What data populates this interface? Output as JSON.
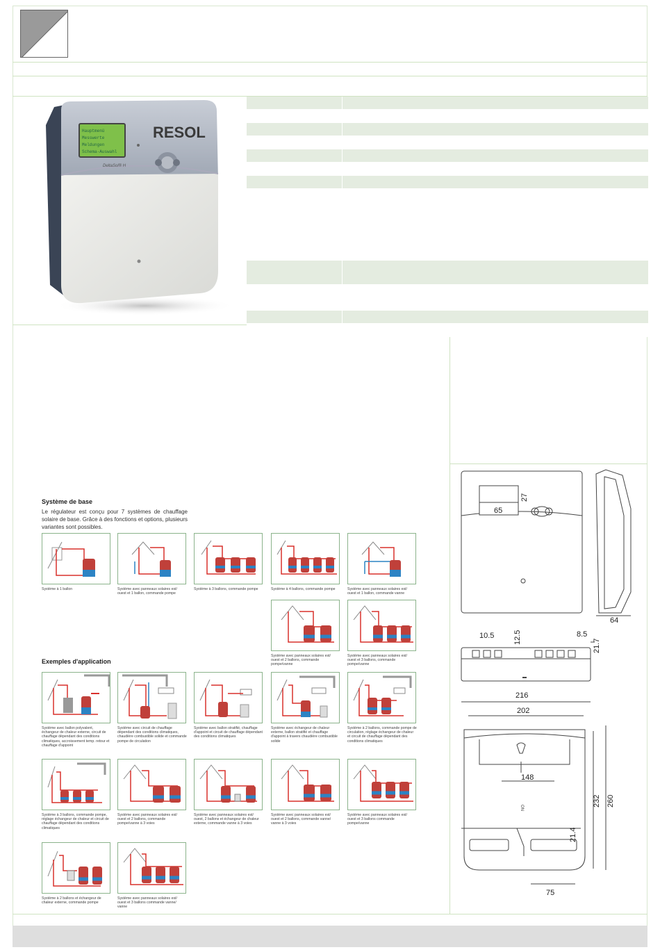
{
  "schematics": {
    "section_basic": "Système de base",
    "intro": "Le régulateur est conçu pour 7 systèmes de chauffage solaire de base. Grâce à des fonctions et options, plusieurs variantes sont possibles.",
    "section_examples": "Exemples d'application",
    "basic_captions": [
      "Système à 1 ballon",
      "Système avec panneaux solaires est/ ouest et 1 ballon, commande pompe",
      "Système à 3 ballons, commande pompe",
      "Système à 4 ballons, commande pompe",
      "Système avec panneaux solaires est/ ouest et 1 ballon, commande vanne",
      "Système avec panneaux solaires est/ ouest et 2 ballons, commande pompe/vanne",
      "Système avec panneaux solaires est/ ouest et 3 ballons, commande pompe/vanne"
    ],
    "example_captions": [
      "Système avec ballon polyvalent, échangeur de chaleur externe, circuit de chauffage dépendant des conditions climatiques, accroissement temp. retour et chauffage d'appoint",
      "Système avec circuit de chauffage dépendant des conditions climatiques, chaudière combustible solide et commande pompe de circulation",
      "Système avec ballon stratifié, chauffage d'appoint et circuit de chauffage dépendant des conditions climatiques",
      "Système avec échangeur de chaleur externe, ballon stratifié et chauffage d'appoint à travers chaudière combustible solide",
      "Système à 2 ballons, commande pompe de circulation, réglage échangeur de chaleur et circuit de chauffage dépendant des conditions climatiques",
      "Système à 3 ballons, commande pompe, réglage échangeur de chaleur et circuit de chauffage dépendant des conditions climatiques",
      "Système avec panneaux solaires est/ ouest et 2 ballons, commande pompe/vanne à 3 voies",
      "Système avec panneaux solaires est/ ouest, 2 ballons et échangeur de chaleur externe, commande vanne à 3 voies",
      "Système avec panneaux solaires est/ ouest et 2 ballons, commande vanne/ vanne à 3 voies",
      "Système avec panneaux solaires est/ ouest et 3 ballons commande pompe/vanne",
      "Système à 2 ballons et échangeur de chaleur externe, commande pompe",
      "Système avec panneaux solaires est/ ouest et 3 ballons commande vanne/ vanne"
    ]
  },
  "product": {
    "brand": "RESOL",
    "model": "DeltaSol® H",
    "display_lines": [
      "Hauptmenü",
      "Messwerte",
      "Meldungen",
      "Schema-Auswahl"
    ]
  },
  "dimensions": {
    "front": [
      "27",
      "65"
    ],
    "side": [
      "64"
    ],
    "bottom": [
      "10.5",
      "12.5",
      "8.5",
      "21.7"
    ],
    "back": [
      "216",
      "202",
      "148",
      "232",
      "260",
      "21.4",
      "75"
    ],
    "back_mark": "ON"
  },
  "colors": {
    "border_green": "#cfe3c2",
    "table_green": "#e4ece0",
    "pipe_red": "#d9302c",
    "pipe_blue": "#2c83c4",
    "tank_red": "#c0403a"
  }
}
